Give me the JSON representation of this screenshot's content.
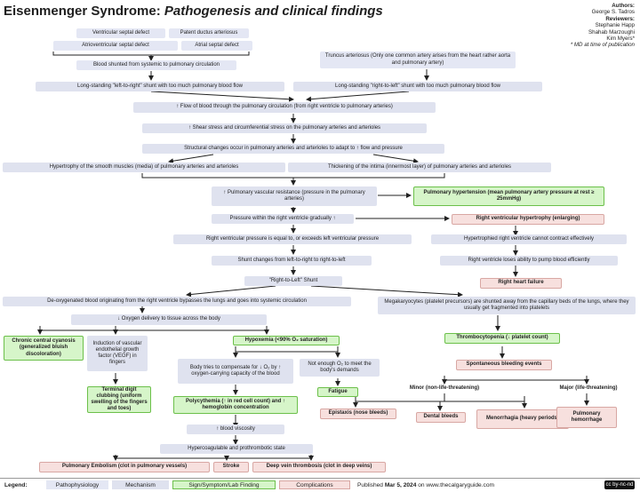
{
  "header": {
    "title_main": "Eisenmenger Syndrome:",
    "title_sub": "Pathogenesis and clinical findings"
  },
  "authors": {
    "authors_label": "Authors:",
    "author_1": "George S. Tadros",
    "reviewers_label": "Reviewers:",
    "reviewer_1": "Stephanie Happ",
    "reviewer_2": "Shahab Marzoughi",
    "reviewer_3": "Kim Myers*",
    "note": "* MD at time of publication"
  },
  "nodes": {
    "vsd": "Ventricular septal defect",
    "pda": "Patent ductus arteriosus",
    "avsd": "Atrioventricular septal defect",
    "asd": "Atrial septal defect",
    "shunted": "Blood shunted from systemic to pulmonary circulation",
    "truncus": "Truncus arteriosus (Only one common artery arises from the heart rather aorta and pulmonary artery)",
    "lr_shunt": "Long-standing \"left-to-right\" shunt with too much pulmonary blood flow",
    "rl_shunt": "Long-standing \"right-to-left\" shunt with too much pulmonary blood flow",
    "flow": "↑ Flow of blood through the pulmonary circulation (from right ventricle to pulmonary arteries)",
    "shear": "↑ Shear stress and circumferential stress on the pulmonary arteries and arterioles",
    "structural": "Structural changes occur in pulmonary arteries and arterioles to adapt to ↑ flow and pressure",
    "hypertrophy_smooth": "Hypertrophy of the smooth muscles (media) of pulmonary arteries and arterioles",
    "intima": "Thickening of the intima (innermost layer) of pulmonary arteries and arterioles",
    "pvr": "↑ Pulmonary vascular resistance (pressure in the pulmonary arteries)",
    "pulm_htn": "Pulmonary hypertension (mean pulmonary artery pressure at rest ≥ 25mmHg)",
    "rv_pressure": "Pressure within the right ventricle gradually ↑",
    "rvh": "Right ventricular hypertrophy (enlarging)",
    "rv_equal": "Right ventricular pressure is equal to, or exceeds left ventricular pressure",
    "rv_cannot": "Hypertrophied right ventricle cannot contract effectively",
    "shunt_changes": "Shunt changes from left-to-right to right-to-left",
    "rv_loses": "Right ventricle loses ability to pump blood efficiently",
    "rl_shunt2": "\"Right-to-Left\" Shunt",
    "rhf": "Right heart failure",
    "deoxy": "De-oxygenated blood originating from the right ventricle bypasses the lungs and goes into systemic circulation",
    "megakaryocytes": "Megakaryocytes (platelet precursors) are shunted away from the capillary beds of the lungs, where they usually get fragmented into platelets",
    "o2_delivery": "↓ Oxygen delivery to tissue across the body",
    "cyanosis": "Chronic central cyanosis (generalized bluish discoloration)",
    "vegf": "Induction of vascular endothelial growth factor (VEGF) in fingers",
    "hypoxemia": "Hypoxemia (<90% O₂ saturation)",
    "thrombocytopenia": "Thrombocytopenia (↓ platelet count)",
    "compensate": "Body tries to compensate for ↓ O₂ by ↑ oxygen-carrying capacity of the blood",
    "not_enough": "Not enough O₂ to meet the body's demands",
    "bleeding": "Spontaneous bleeding events",
    "clubbing": "Terminal digit clubbing (uniform swelling of the fingers and toes)",
    "fatigue": "Fatigue",
    "minor": "Minor (non-life-threatening)",
    "major": "Major (life-threatening)",
    "polycythemia": "Polycythemia (↑ in red cell count) and ↑ hemoglobin concentration",
    "epistaxis": "Epistaxis (nose bleeds)",
    "dental": "Dental bleeds",
    "menorrhagia": "Menorrhagia (heavy periods)",
    "pulm_hemorrhage": "Pulmonary hemorrhage",
    "viscosity": "↑ blood viscosity",
    "hypercoag": "Hypercoagulable and prothrombotic state",
    "pe": "Pulmonary Embolism (clot in pulmonary vessels)",
    "stroke": "Stroke",
    "dvt": "Deep vein thrombosis (clot in deep veins)"
  },
  "legend": {
    "label": "Legend:",
    "items": [
      "Pathophysiology",
      "Mechanism",
      "Sign/Symptom/Lab Finding",
      "Complications"
    ],
    "published_prefix": "Published",
    "published_date": "Mar 5, 2024",
    "published_suffix": "on www.thecalgaryguide.com",
    "license_badge": "cc by-nc-nd"
  },
  "colors": {
    "pathophysiology": "#e4e7f4",
    "mechanism": "#dfe2ef",
    "sign": "#d6f5c9",
    "complication": "#f7e0de",
    "arrow": "#222222"
  }
}
